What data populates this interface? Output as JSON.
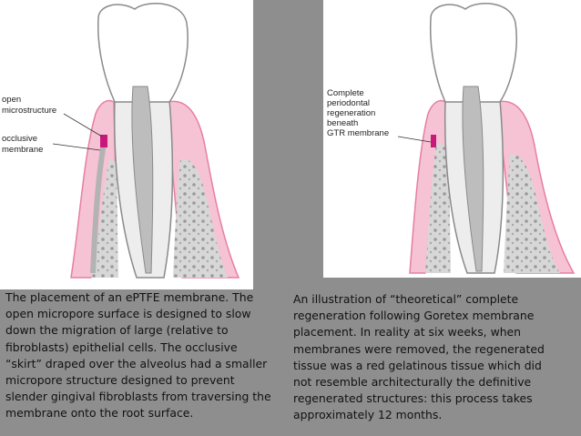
{
  "left_figure": {
    "labels": [
      {
        "lines": [
          "open",
          "microstructure"
        ]
      },
      {
        "lines": [
          "occlusive",
          "membrane"
        ]
      }
    ],
    "caption": "The placement of an ePTFE membrane. The\nopen micropore surface is designed to slow\ndown the migration of large (relative to\nfibroblasts) epithelial cells. The occlusive\n“skirt” draped over the alveolus had a smaller\nmicropore structure designed to prevent\nslender gingival fibroblasts from traversing the\nmembrane onto the root surface."
  },
  "right_figure": {
    "labels": [
      {
        "lines": [
          "Complete",
          "periodontal",
          "regeneration",
          "beneath",
          "GTR membrane"
        ]
      }
    ],
    "caption": "An illustration of “theoretical” complete\nregeneration following Goretex membrane\nplacement. In reality at six weeks, when\nmembranes were removed, the regenerated\ntissue was a red gelatinous tissue which did\nnot resemble architecturally the definitive\nregenerated structures: this process takes\napproximately 12 months."
  },
  "colors": {
    "background": "#8e8e8e",
    "gingiva": "#f6c3d4",
    "gingiva_edge": "#e67ea3",
    "membrane": "#c8197b",
    "bone": "#d7d7d7",
    "enamel": "#ffffff",
    "root": "#ededed",
    "pulp": "#bdbdbd"
  }
}
